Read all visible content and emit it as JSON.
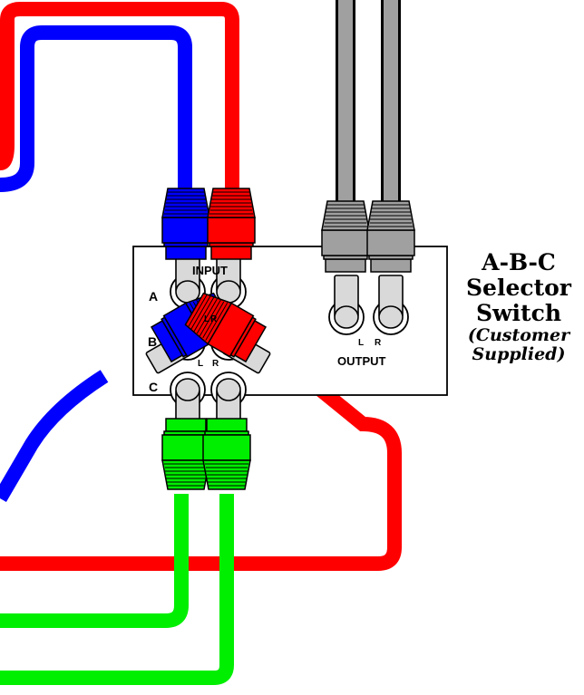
{
  "labels": {
    "input_row_a": "A",
    "input_row_b": "B",
    "input_row_c": "C",
    "input_header": "INPUT",
    "left_channel_1": "L",
    "right_channel_1": "R",
    "left_channel_2": "L",
    "right_channel_2": "R",
    "output_left": "L",
    "output_right": "R",
    "output": "OUTPUT"
  },
  "side_label": {
    "line1": "A-B-C",
    "line2": "Selector",
    "line3": "Switch",
    "line4": "(Customer",
    "line5": "Supplied)"
  },
  "colors": {
    "red_cable": "#ff0000",
    "blue_cable": "#0000ff",
    "green_cable": "#00ee00",
    "gray_cable": "#a0a0a0",
    "jack": "#d9d9d9",
    "outline": "#000000"
  }
}
